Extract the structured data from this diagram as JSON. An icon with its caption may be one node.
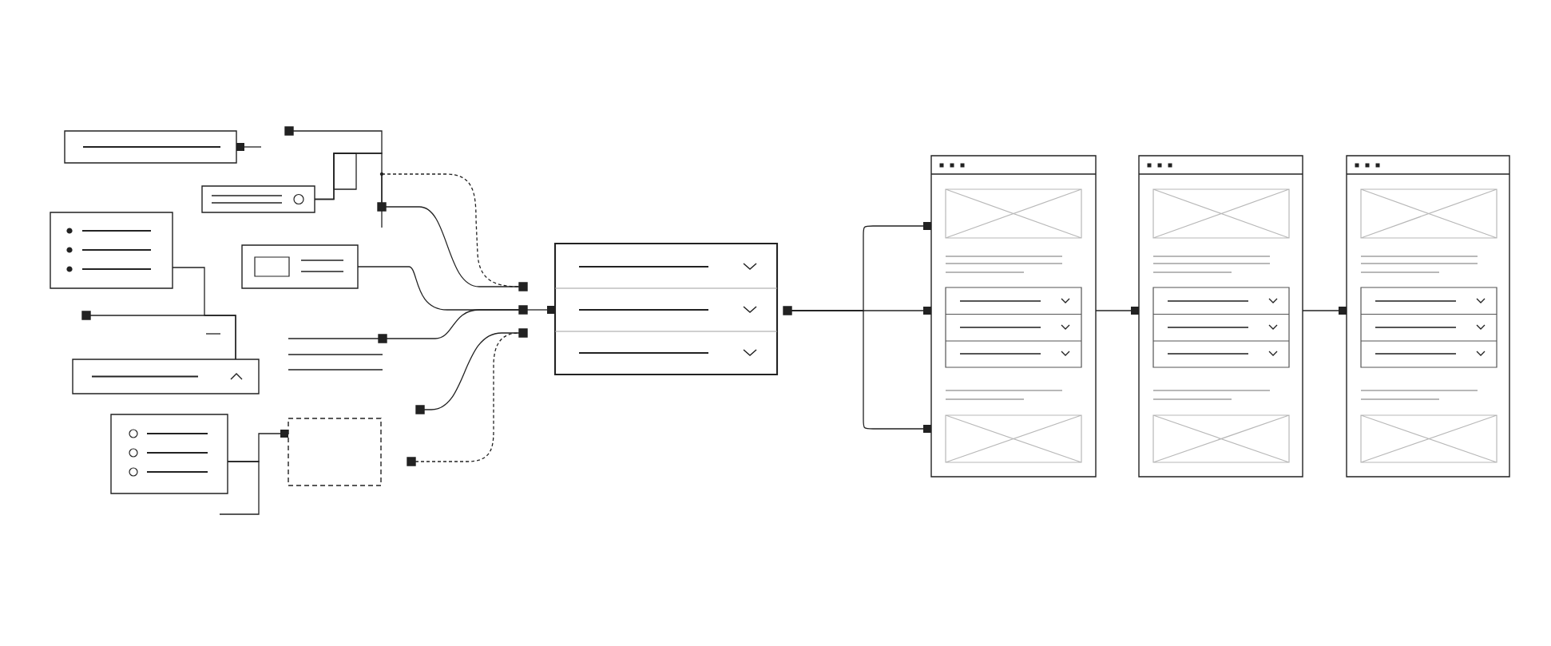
{
  "diagram": {
    "nodes": [
      {
        "text": [],
        "shape": "box"
      },
      {
        "text": [],
        "shape": "square"
      },
      {
        "text": [],
        "shape": "box"
      },
      {
        "text": [],
        "shape": "square"
      },
      {
        "text": [],
        "shape": "box"
      },
      {
        "text": [],
        "shape": "box"
      },
      {
        "text": [],
        "shape": "square"
      },
      {
        "text": [],
        "shape": "square"
      },
      {
        "text": [],
        "shape": "box"
      },
      {
        "text": [],
        "shape": "box"
      },
      {
        "text": [],
        "shape": "box"
      },
      {
        "text": [],
        "shape": "square"
      },
      {
        "text": [],
        "shape": "square"
      },
      {
        "text": [],
        "shape": "square"
      },
      {
        "text": [],
        "shape": "square"
      },
      {
        "text": [],
        "shape": "square"
      },
      {
        "text": [],
        "shape": "box"
      },
      {
        "text": [],
        "shape": "square"
      },
      {
        "text": [],
        "shape": "box"
      },
      {
        "text": [],
        "shape": "box"
      },
      {
        "text": [],
        "shape": "box"
      }
    ],
    "edges": [
      {
        "from": 0,
        "to": null,
        "arrow": "other"
      },
      {
        "from": 2,
        "to": 1,
        "arrow": "none"
      },
      {
        "from": 2,
        "to": 3,
        "arrow": "none"
      },
      {
        "from": 3,
        "to": 13,
        "arrow": "none"
      },
      {
        "from": 3,
        "to": 13,
        "arrow": "none",
        "style": "dashed"
      },
      {
        "from": 5,
        "to": 14,
        "arrow": "none"
      },
      {
        "from": 7,
        "to": 14,
        "arrow": "none"
      },
      {
        "from": 14,
        "to": 16,
        "arrow": "other"
      },
      {
        "from": 11,
        "to": 15,
        "arrow": "none"
      },
      {
        "from": 12,
        "to": 15,
        "arrow": "none",
        "style": "dashed"
      },
      {
        "from": 4,
        "to": 8,
        "arrow": "none"
      },
      {
        "from": 6,
        "to": 8,
        "arrow": "none"
      },
      {
        "from": 9,
        "to": 10,
        "arrow": "other"
      },
      {
        "from": 9,
        "to": null,
        "arrow": "none"
      },
      {
        "from": 17,
        "to": 18,
        "arrow": "other"
      },
      {
        "from": 17,
        "to": 18,
        "arrow": "other"
      },
      {
        "from": 17,
        "to": 18,
        "arrow": "other"
      },
      {
        "from": 18,
        "to": 19,
        "arrow": "other"
      },
      {
        "from": 19,
        "to": 20,
        "arrow": "other"
      }
    ]
  }
}
